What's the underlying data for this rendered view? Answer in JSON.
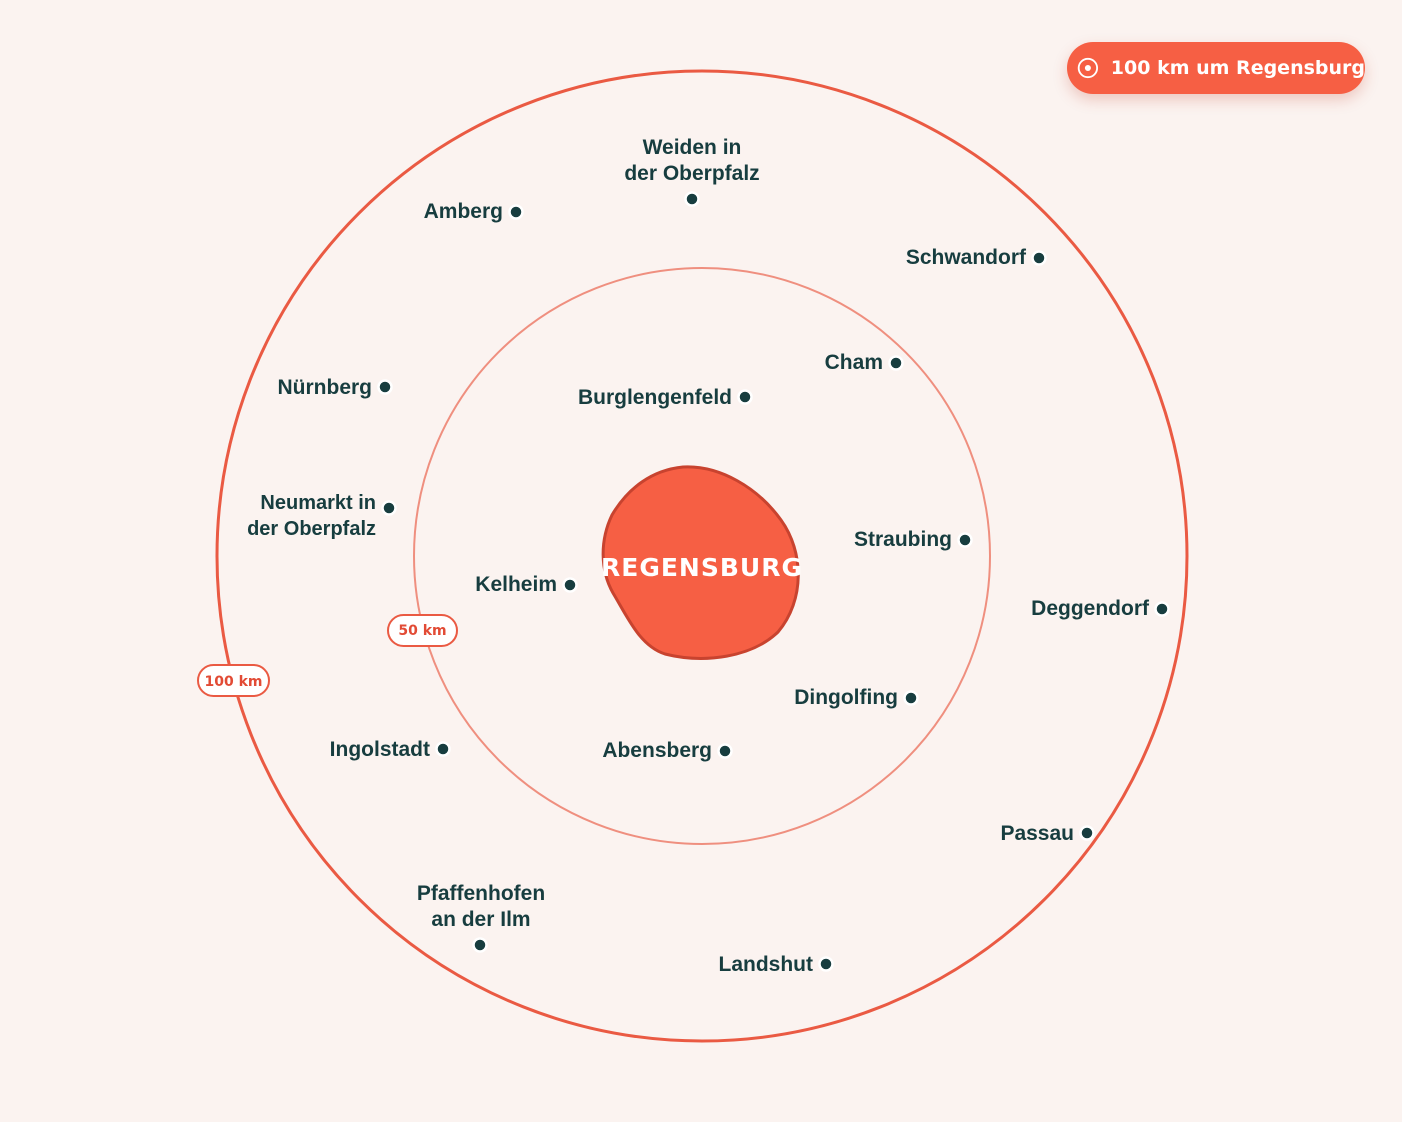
{
  "legend": {
    "label": "100 km um Regensburg",
    "icon": "target-icon",
    "color": "#f65f44"
  },
  "center": {
    "name": "REGENSBURG",
    "color": "#f65f44"
  },
  "rings": [
    {
      "label": "50 km",
      "radius_km": 50
    },
    {
      "label": "100 km",
      "radius_km": 100
    }
  ],
  "cities": [
    {
      "name": "Weiden in der Oberpfalz",
      "lines": [
        "Weiden in",
        "der Oberpfalz"
      ]
    },
    {
      "name": "Amberg",
      "lines": [
        "Amberg"
      ]
    },
    {
      "name": "Schwandorf",
      "lines": [
        "Schwandorf"
      ]
    },
    {
      "name": "Cham",
      "lines": [
        "Cham"
      ]
    },
    {
      "name": "Nürnberg",
      "lines": [
        "Nürnberg"
      ]
    },
    {
      "name": "Burglengenfeld",
      "lines": [
        "Burglengenfeld"
      ]
    },
    {
      "name": "Neumarkt in der Oberpfalz",
      "lines": [
        "Neumarkt in",
        "der Oberpfalz"
      ]
    },
    {
      "name": "Straubing",
      "lines": [
        "Straubing"
      ]
    },
    {
      "name": "Kelheim",
      "lines": [
        "Kelheim"
      ]
    },
    {
      "name": "Deggendorf",
      "lines": [
        "Deggendorf"
      ]
    },
    {
      "name": "Dingolfing",
      "lines": [
        "Dingolfing"
      ]
    },
    {
      "name": "Ingolstadt",
      "lines": [
        "Ingolstadt"
      ]
    },
    {
      "name": "Abensberg",
      "lines": [
        "Abensberg"
      ]
    },
    {
      "name": "Passau",
      "lines": [
        "Passau"
      ]
    },
    {
      "name": "Pfaffenhofen an der Ilm",
      "lines": [
        "Pfaffenhofen",
        "an der Ilm"
      ]
    },
    {
      "name": "Landshut",
      "lines": [
        "Landshut"
      ]
    }
  ],
  "colors": {
    "background": "#fbf3f0",
    "ring_outer": "#ea5a43",
    "ring_inner": "#ef8f7f",
    "label": "#173d3f",
    "dot": "#173d3f"
  }
}
